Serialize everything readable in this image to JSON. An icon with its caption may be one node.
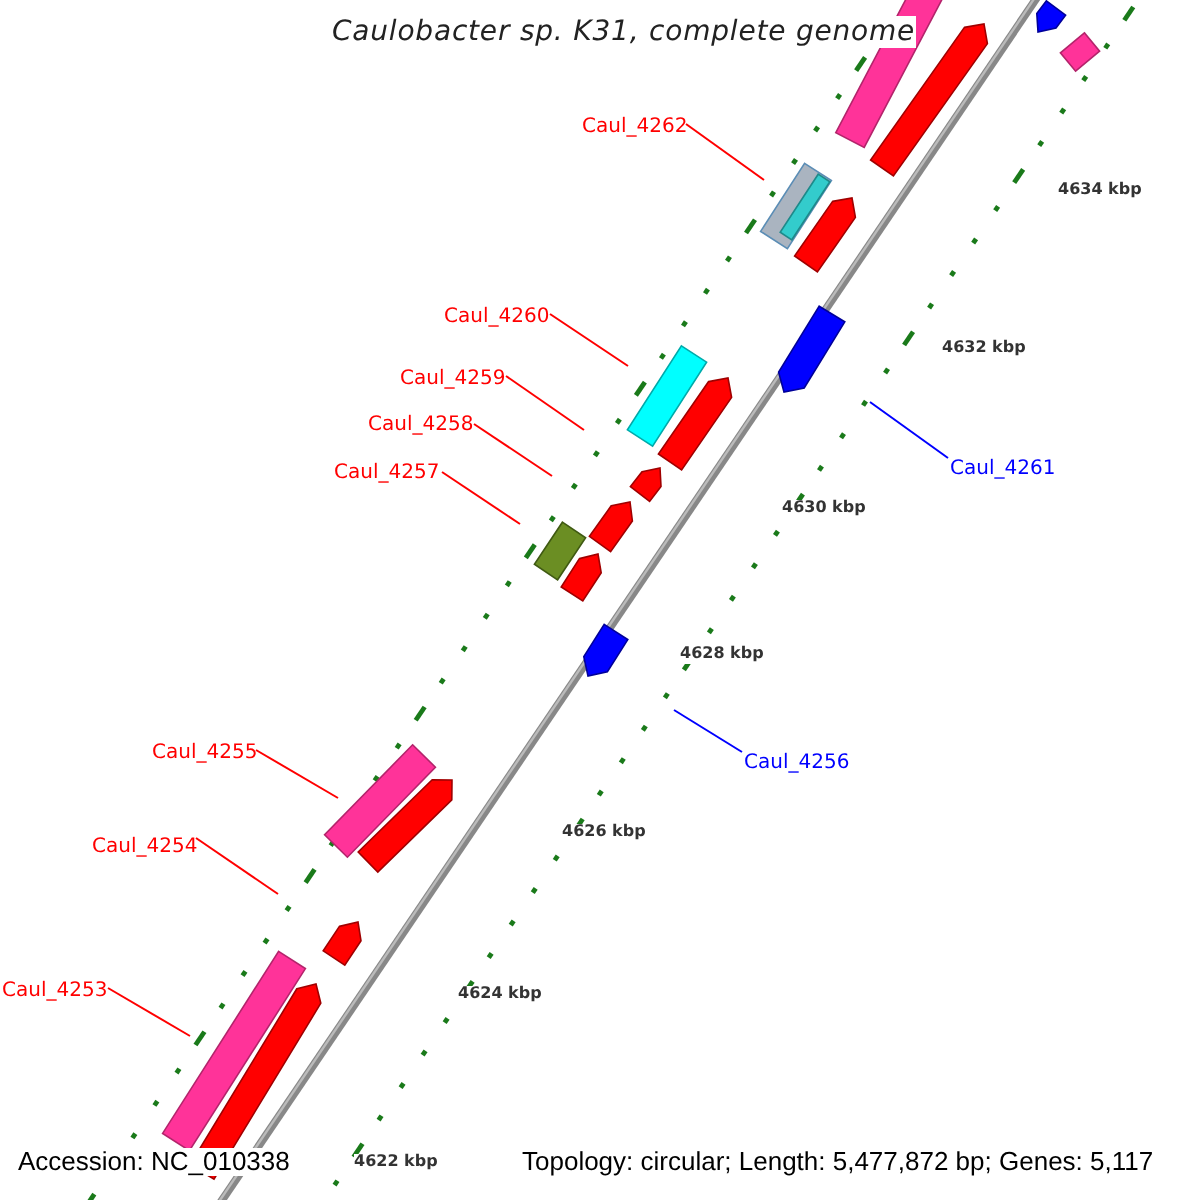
{
  "diagram": {
    "title": "Caulobacter sp. K31, complete genome",
    "nodes": [
      {
        "text": [
          "Caul_4262"
        ]
      },
      {
        "text": [
          "Caul_4260"
        ]
      },
      {
        "text": [
          "Caul_4259"
        ]
      },
      {
        "text": [
          "Caul_4258"
        ]
      },
      {
        "text": [
          "Caul_4257"
        ]
      },
      {
        "text": [
          "Caul_4261"
        ]
      },
      {
        "text": [
          "Caul_4256"
        ]
      },
      {
        "text": [
          "Caul_4255"
        ]
      },
      {
        "text": [
          "Caul_4254"
        ]
      },
      {
        "text": [
          "Caul_4253"
        ]
      }
    ],
    "edges": [
      {
        "from": 0,
        "to": null,
        "arrow": "none"
      },
      {
        "from": 1,
        "to": null,
        "arrow": "none"
      },
      {
        "from": 2,
        "to": null,
        "arrow": "none"
      },
      {
        "from": 3,
        "to": null,
        "arrow": "none"
      },
      {
        "from": 4,
        "to": null,
        "arrow": "none"
      },
      {
        "from": 5,
        "to": null,
        "arrow": "none",
        "color": "#0000ff"
      },
      {
        "from": 6,
        "to": null,
        "arrow": "none",
        "color": "#0000ff"
      },
      {
        "from": 7,
        "to": null,
        "arrow": "none"
      },
      {
        "from": 8,
        "to": null,
        "arrow": "none"
      },
      {
        "from": 9,
        "to": null,
        "arrow": "none"
      }
    ],
    "labels": [
      "4634 kbp",
      "4632 kbp",
      "4630 kbp",
      "4628 kbp",
      "4626 kbp",
      "4624 kbp",
      "4622 kbp",
      "Accession: NC_010338",
      "Topology: circular; Length: 5,477,872 bp; Genes: 5,117"
    ]
  }
}
